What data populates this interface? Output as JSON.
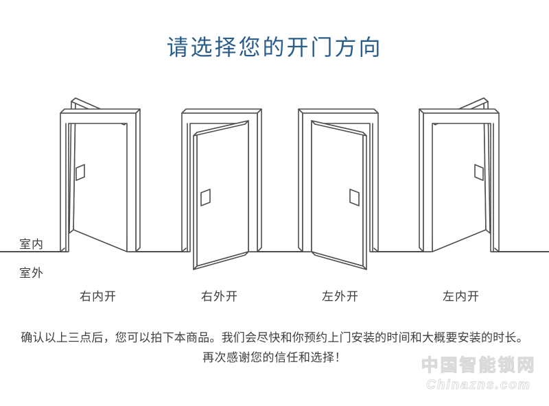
{
  "title": {
    "text": "请选择您的开门方向"
  },
  "zones": {
    "indoor": "室内",
    "outdoor": "室外"
  },
  "doors": [
    {
      "id": "right-inward",
      "label": "右内开",
      "type": "inward",
      "hinge": "right"
    },
    {
      "id": "right-outward",
      "label": "右外开",
      "type": "outward",
      "hinge": "right"
    },
    {
      "id": "left-outward",
      "label": "左外开",
      "type": "outward",
      "hinge": "left"
    },
    {
      "id": "left-inward",
      "label": "左内开",
      "type": "inward",
      "hinge": "left"
    }
  ],
  "footer": {
    "line1": "确认以上三点后，您可以拍下本商品。我们会尽快和你预约上门安装的时间和大概要安装的时长。",
    "line2": "再次感谢您的信任和选择！"
  },
  "watermark": {
    "line1": "中国智能锁网",
    "line2": "Chinazns.com"
  },
  "colors": {
    "title": "#2b5d8a",
    "line_art": "#4d4d4d",
    "body_text": "#3e3e3e",
    "watermark_outline": "#dadada",
    "background": "#ffffff"
  }
}
